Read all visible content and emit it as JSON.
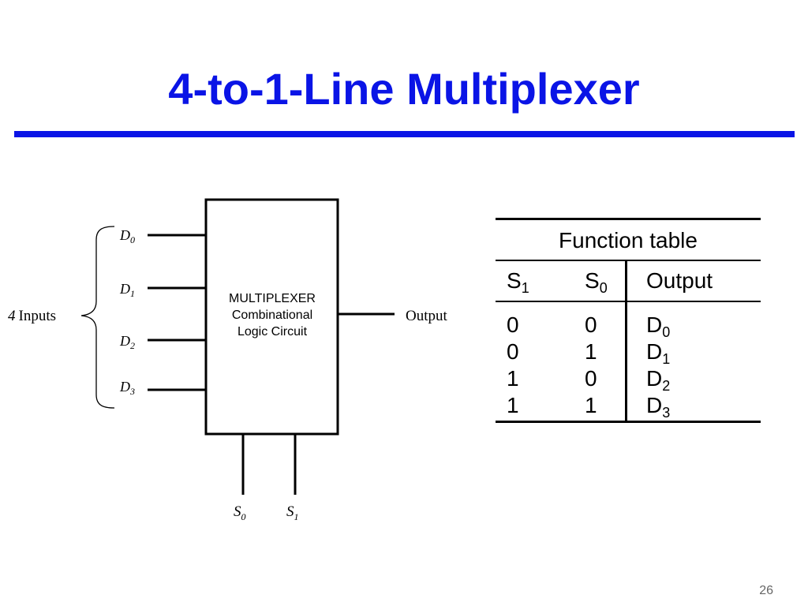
{
  "slide": {
    "title": "4-to-1-Line Multiplexer",
    "page_number": "26"
  },
  "diagram": {
    "inputs": [
      {
        "letter": "D",
        "sub": "0"
      },
      {
        "letter": "D",
        "sub": "1"
      },
      {
        "letter": "D",
        "sub": "2"
      },
      {
        "letter": "D",
        "sub": "3"
      }
    ],
    "inputs_group_label": {
      "count": "4",
      "text": "Inputs"
    },
    "box_lines": [
      "MULTIPLEXER",
      "Combinational",
      "Logic Circuit"
    ],
    "output_label": "Output",
    "selects": [
      {
        "letter": "S",
        "sub": "0"
      },
      {
        "letter": "S",
        "sub": "1"
      }
    ]
  },
  "function_table": {
    "caption": "Function table",
    "headers": {
      "s1": {
        "letter": "S",
        "sub": "1"
      },
      "s0": {
        "letter": "S",
        "sub": "0"
      },
      "output": "Output"
    },
    "rows": [
      {
        "s1": "0",
        "s0": "0",
        "out_letter": "D",
        "out_sub": "0"
      },
      {
        "s1": "0",
        "s0": "1",
        "out_letter": "D",
        "out_sub": "1"
      },
      {
        "s1": "1",
        "s0": "0",
        "out_letter": "D",
        "out_sub": "2"
      },
      {
        "s1": "1",
        "s0": "1",
        "out_letter": "D",
        "out_sub": "3"
      }
    ]
  }
}
